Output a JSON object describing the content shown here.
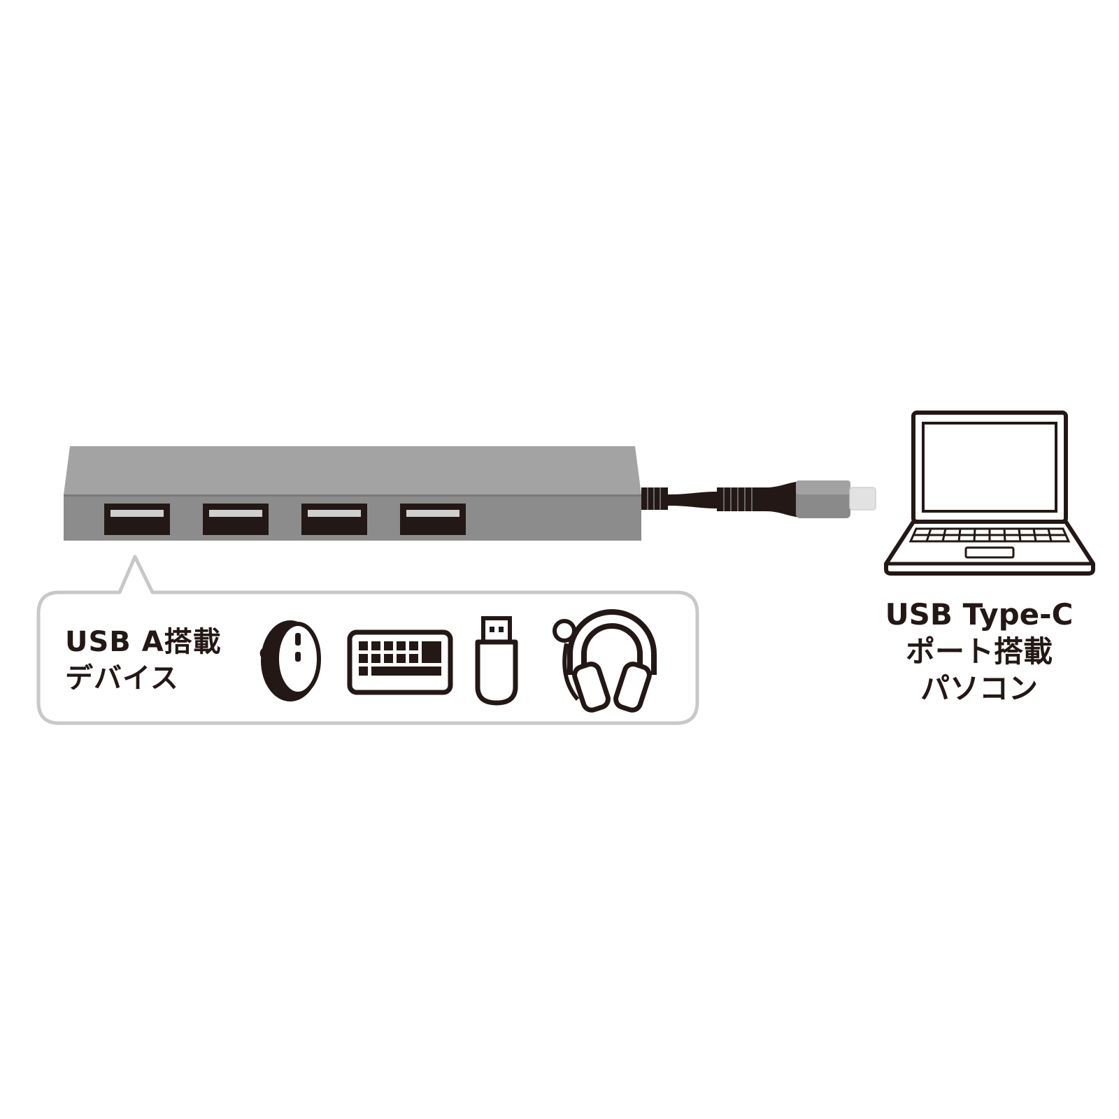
{
  "hub": {
    "port_count": 4,
    "body_color": "#9a9a9a",
    "port_color": "#231815",
    "tongue_color": "#cfcfcf",
    "cable_color": "#231815",
    "plug_color": "#8a8a8a"
  },
  "devices_callout": {
    "line1": "USB A搭載",
    "line2": "デバイス",
    "border_color": "#c8c8c8",
    "icons": [
      "mouse-icon",
      "keyboard-icon",
      "usb-flash-drive-icon",
      "headset-icon"
    ]
  },
  "computer": {
    "icon": "laptop-icon",
    "line1": "USB Type-C",
    "line2": "ポート搭載",
    "line3": "パソコン"
  }
}
